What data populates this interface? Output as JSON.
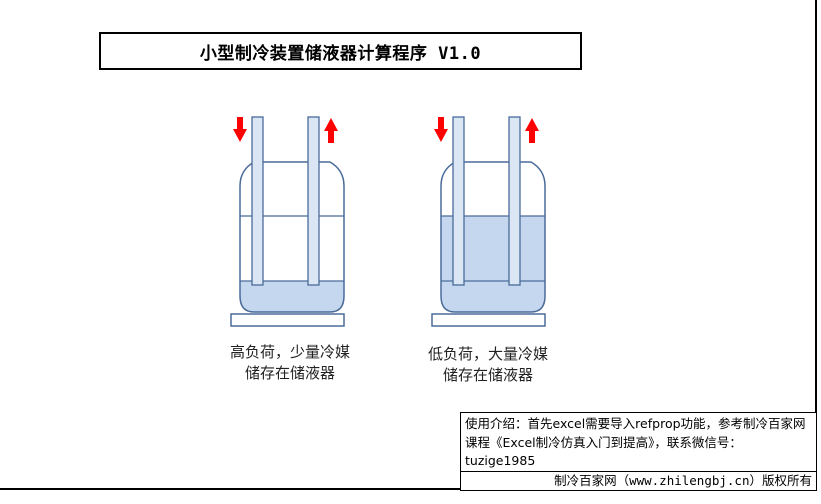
{
  "title": "小型制冷装置储液器计算程序 V1.0",
  "diagrams": [
    {
      "liquid_level": "low",
      "caption_line1": "高负荷，少量冷媒",
      "caption_line2": "储存在储液器"
    },
    {
      "liquid_level": "high",
      "caption_line1": "低负荷，大量冷媒",
      "caption_line2": "储存在储液器"
    }
  ],
  "colors": {
    "arrow": "#ff0000",
    "liquid": "#c5d7ee",
    "tube": "#dbe6f5",
    "outline": "#4a6b9a"
  },
  "icons": {
    "inlet": "arrow-down-icon",
    "outlet": "arrow-up-icon"
  },
  "intro": {
    "text": "使用介绍：首先excel需要导入refprop功能，参考制冷百家网课程《Excel制冷仿真入门到提高》，联系微信号：tuzige1985"
  },
  "copyright": "制冷百家网（www.zhilengbj.cn）版权所有"
}
